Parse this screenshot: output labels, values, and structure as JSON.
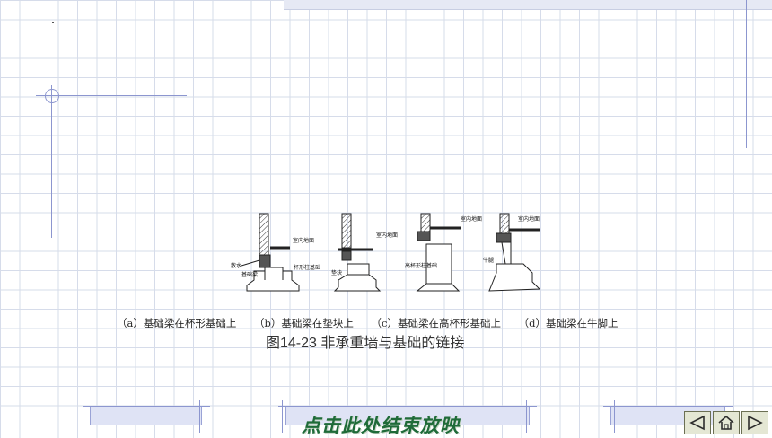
{
  "figure": {
    "panel_labels": {
      "indoor_floor": "室内地面",
      "apron": "散水",
      "foundation_beam": "基础梁",
      "cup_foundation": "杯形柱基础",
      "pad": "垫块",
      "high_cup_foundation": "高杯形柱基础",
      "corbel": "牛腿"
    },
    "sub_captions": [
      "（a）基础梁在杯形基础上",
      "（b）基础梁在垫块上",
      "（c）基础梁在高杯形基础上",
      "（d）基础梁在牛脚上"
    ],
    "caption": "图14-23  非承重墙与基础的链接"
  },
  "footer": {
    "end_show": "点击此处结束放映"
  },
  "nav": {
    "prev_icon": "triangle-left-icon",
    "home_icon": "home-icon",
    "next_icon": "triangle-right-icon"
  }
}
